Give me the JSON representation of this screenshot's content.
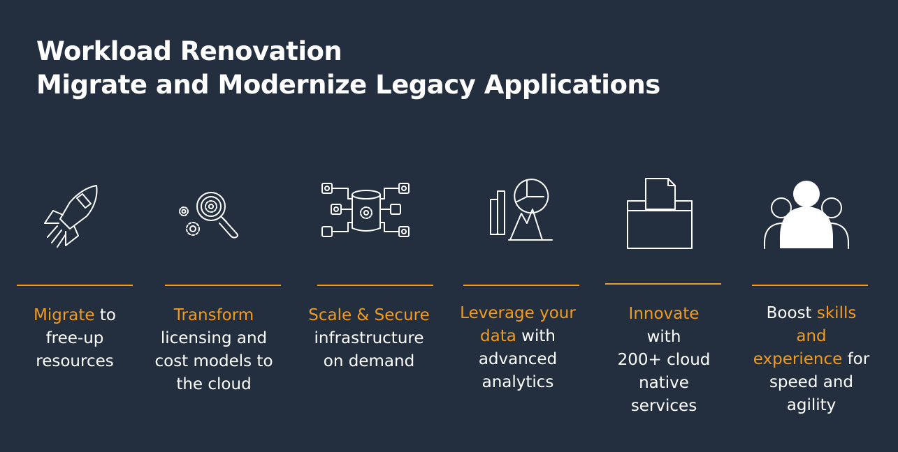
{
  "slide": {
    "title_line_1": "Workload Renovation",
    "title_line_2": "Migrate and Modernize Legacy Applications"
  },
  "colors": {
    "background": "#232f3e",
    "accent": "#f29b1d",
    "text": "#ffffff"
  },
  "pillars": [
    {
      "icon": "rocket-icon",
      "caption_lines": [
        [
          {
            "text": "Migrate",
            "highlight": true
          },
          {
            "text": " to",
            "highlight": false
          }
        ],
        [
          {
            "text": "free-up",
            "highlight": false
          }
        ],
        [
          {
            "text": "resources",
            "highlight": false
          }
        ]
      ]
    },
    {
      "icon": "gears-magnifier-icon",
      "caption_lines": [
        [
          {
            "text": "Transform",
            "highlight": true
          }
        ],
        [
          {
            "text": "licensing and",
            "highlight": false
          }
        ],
        [
          {
            "text": "cost models to",
            "highlight": false
          }
        ],
        [
          {
            "text": "the cloud",
            "highlight": false
          }
        ]
      ]
    },
    {
      "icon": "database-network-icon",
      "caption_lines": [
        [
          {
            "text": "Scale & Secure",
            "highlight": true
          }
        ],
        [
          {
            "text": "infrastructure",
            "highlight": false
          }
        ],
        [
          {
            "text": "on demand",
            "highlight": false
          }
        ]
      ]
    },
    {
      "icon": "analytics-charts-icon",
      "caption_lines": [
        [
          {
            "text": "Leverage your",
            "highlight": true
          }
        ],
        [
          {
            "text": "data",
            "highlight": true
          },
          {
            "text": " with",
            "highlight": false
          }
        ],
        [
          {
            "text": "advanced",
            "highlight": false
          }
        ],
        [
          {
            "text": "analytics",
            "highlight": false
          }
        ]
      ]
    },
    {
      "icon": "document-box-icon",
      "caption_lines": [
        [
          {
            "text": "Innovate",
            "highlight": true
          }
        ],
        [
          {
            "text": "with",
            "highlight": false
          }
        ],
        [
          {
            "text": "200+ cloud",
            "highlight": false
          }
        ],
        [
          {
            "text": "native",
            "highlight": false
          }
        ],
        [
          {
            "text": "services",
            "highlight": false
          }
        ]
      ]
    },
    {
      "icon": "people-group-icon",
      "caption_lines": [
        [
          {
            "text": "Boost ",
            "highlight": false
          },
          {
            "text": "skills",
            "highlight": true
          }
        ],
        [
          {
            "text": "and",
            "highlight": true
          }
        ],
        [
          {
            "text": "experience",
            "highlight": true
          },
          {
            "text": " for",
            "highlight": false
          }
        ],
        [
          {
            "text": "speed and",
            "highlight": false
          }
        ],
        [
          {
            "text": "agility",
            "highlight": false
          }
        ]
      ]
    }
  ]
}
